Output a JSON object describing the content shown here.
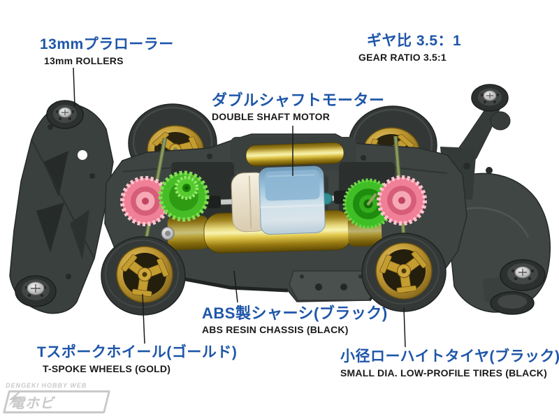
{
  "title": "Mini 4WD chassis feature infographic",
  "colors": {
    "background": "#ffffff",
    "label_japanese": "#1e56a9",
    "label_english": "#1a1a1a",
    "callout_line": "#1a1a1a",
    "watermark_gray": "#c9c9c9",
    "chassis_black": "#3a403e",
    "wheel_gold": "#c49d31",
    "motor_blue": "#9fc6de",
    "gear_pink": "#ef8097",
    "gear_green": "#3fbe25",
    "battery_gold": "#e6d77c"
  },
  "annotations": {
    "rollers": {
      "ja": "13mmプラローラー",
      "en": "13mm ROLLERS"
    },
    "gear_ratio": {
      "ja": "ギヤ比 3.5：1",
      "en": "GEAR RATIO 3.5:1"
    },
    "motor": {
      "ja": "ダブルシャフトモーター",
      "en": "DOUBLE SHAFT MOTOR"
    },
    "chassis": {
      "ja": "ABS製シャーシ(ブラック)",
      "en": "ABS RESIN CHASSIS (BLACK)"
    },
    "wheels": {
      "ja": "Tスポークホイール(ゴールド)",
      "en": "T-SPOKE WHEELS (GOLD)"
    },
    "tires": {
      "ja": "小径ローハイトタイヤ(ブラック)",
      "en": "SMALL DIA. LOW-PROFILE TIRES (BLACK)"
    }
  },
  "watermark": {
    "site_name": "DENGEKI HOBBY WEB",
    "logo_text": "電ホビ"
  }
}
